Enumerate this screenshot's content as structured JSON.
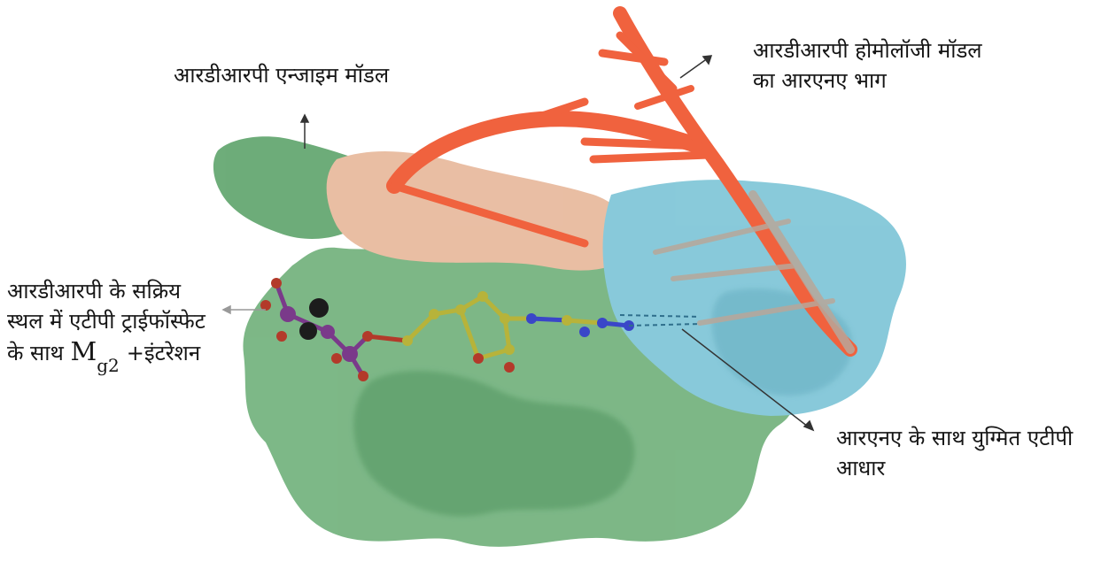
{
  "labels": {
    "enzyme_model": "आरडीआरपी एन्जाइम मॉडल",
    "rna_part_line1": "आरडीआरपी होमोलॉजी मॉडल",
    "rna_part_line2": "का आरएनए भाग",
    "active_site_line1": "आरडीआरपी के सक्रिय",
    "active_site_line2": "स्थल में एटीपी ट्राईफॉस्फेट",
    "active_site_line3_prefix": "के साथ",
    "active_site_mg": "M",
    "active_site_mg_sub": "g2",
    "active_site_line3_suffix": "+इंटरेशन",
    "base_pair_line1": "आरएनए के साथ युग्मित एटीपी",
    "base_pair_line2": "आधार"
  },
  "colors": {
    "enzyme_green": "#5fa86c",
    "enzyme_dark_green": "#3f8a4f",
    "enzyme_peach": "#e7b79a",
    "enzyme_blue": "#7cc4d6",
    "rna_strand": "#f0623e",
    "atp_carbon": "#b7b33a",
    "atp_phosphate": "#7a3a8a",
    "atp_oxygen": "#b33a2a",
    "atp_nitrogen": "#3a46c8",
    "mg_ion": "#1c1c1c",
    "pointer_lines": "#333333"
  }
}
